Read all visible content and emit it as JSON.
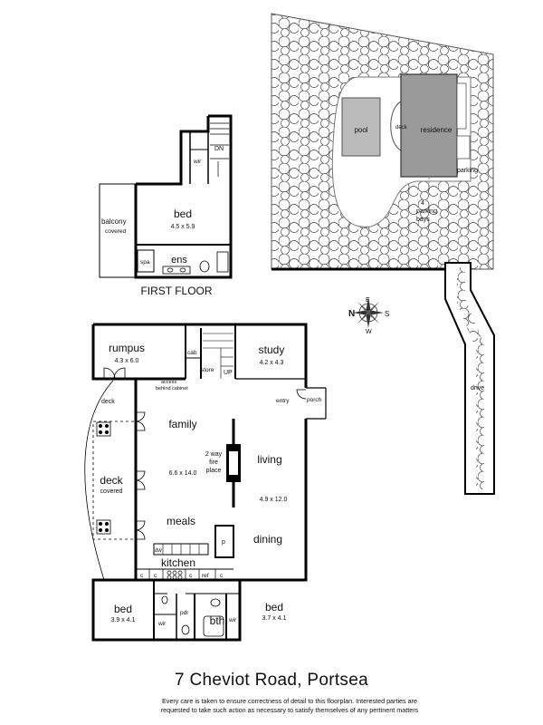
{
  "site": {
    "pool": "pool",
    "deck": "deck",
    "residence": "residence",
    "parking": "parking",
    "parking_bays_count": "4",
    "parking_bays": "parking",
    "parking_bays_2": "bays",
    "drive": "drive"
  },
  "compass": {
    "n": "N",
    "s": "S",
    "e": "E",
    "w": "W"
  },
  "first_floor": {
    "heading": "FIRST FLOOR",
    "balcony": "balcony",
    "balcony_sub": "covered",
    "bed": "bed",
    "bed_dim": "4.5 x 5.9",
    "wir": "wir",
    "dn": "DN",
    "spa": "spa",
    "ens": "ens"
  },
  "ground_floor": {
    "rumpus": "rumpus",
    "rumpus_dim": "4.3 x 6.0",
    "cab": "cab",
    "store": "store",
    "up": "UP",
    "access": "access",
    "access_2": "behind cabinet",
    "study": "study",
    "study_dim": "4.2 x 4.3",
    "entry": "entry",
    "porch": "porch",
    "deck": "deck",
    "deck_covered": "deck",
    "deck_covered_sub": "covered",
    "family": "family",
    "family_dim": "6.6 x 14.0",
    "fireplace_1": "2 way",
    "fireplace_2": "fire",
    "fireplace_3": "place",
    "living": "living",
    "living_dim": "4.9 x 12.0",
    "meals": "meals",
    "p": "p",
    "dining": "dining",
    "dw": "dw",
    "kitchen": "kitchen",
    "c1": "c",
    "c2": "c",
    "c3": "c",
    "c4": "c",
    "ref": "ref",
    "bed_left": "bed",
    "bed_left_dim": "3.9 x 4.1",
    "wir_left": "wir",
    "pdr": "pdr",
    "bth": "bth",
    "wir_right": "wir",
    "bed_right": "bed",
    "bed_right_dim": "3.7 x 4.1"
  },
  "footer": {
    "address": "7 Cheviot Road, Portsea",
    "disclaimer_1": "Every care is taken to ensure correctness of detail to this floorplan. Interested parties are",
    "disclaimer_2": "requested to take such action as necessary to satisfy themselves of any pertinent matters"
  }
}
